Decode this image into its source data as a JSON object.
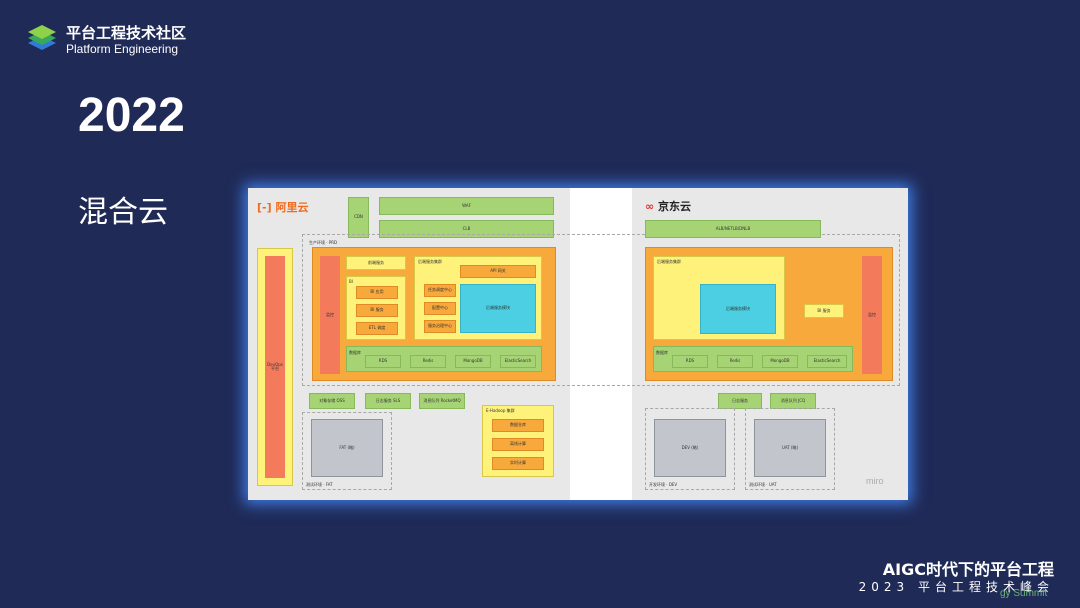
{
  "header": {
    "brand_cn": "平台工程技术社区",
    "brand_en": "Platform Engineering"
  },
  "slide": {
    "year": "2022",
    "subtitle": "混合云"
  },
  "diagram": {
    "aliyun": {
      "vendor": "阿里云",
      "cdn": "CDN",
      "waf": "WAF",
      "clb": "CLB",
      "prod_env": "生产环境 · PRD",
      "devops": "DevOps 平台",
      "monitor": "监控",
      "frontend": "前端服务",
      "bi_group": "BI",
      "bi_app": "BI 应用",
      "bi_service": "BI 服务",
      "etl": "ETL 调度",
      "backend_cluster": "后端服务集群",
      "api_gateway": "API 网关",
      "task_center": "任务调度中心",
      "config_center": "配置中心",
      "service_gov": "服务治理中心",
      "backend_modules": "后端服务模块",
      "database": "数据库",
      "db_items": [
        "RDS",
        "Redis",
        "MongoDB",
        "ElasticSearch"
      ],
      "oss": "对象存储 OSS",
      "sls": "日志服务 SLS",
      "mq": "消息队列 RocketMQ",
      "hadoop": "E-Hadoop 集群",
      "hadoop_items": [
        "数据仓库",
        "离线计算",
        "实时计算"
      ],
      "fat_box": "FAT (略)",
      "fat_env": "测试环境 · FAT"
    },
    "jdcloud": {
      "vendor": "京东云",
      "alb": "ALB/NETLB/DNLB",
      "backend_cluster": "后端服务集群",
      "backend_modules": "后端服务模块",
      "bi_service": "BI 服务",
      "monitor": "监控",
      "database": "数据库",
      "db_items": [
        "RDS",
        "Redis",
        "MongoDB",
        "ElasticSearch"
      ],
      "log": "日志服务",
      "jcq": "消息队列 JCQ",
      "dev_box": "DEV (略)",
      "dev_env": "开发环境 · DEV",
      "uat_box": "UAT (略)",
      "uat_env": "测试环境 · UAT"
    },
    "watermark": "miro"
  },
  "footer": {
    "line1": "AIGC时代下的平台工程",
    "line2": "2023 平台工程技术峰会",
    "deco": "gy Summit"
  },
  "colors": {
    "background": "#1f2a57",
    "green": "#a6d474",
    "yellow": "#fff27a",
    "orange": "#f8a93c",
    "red": "#f47a5c",
    "cyan": "#4ccfe2",
    "gray": "#c2c6cc"
  }
}
